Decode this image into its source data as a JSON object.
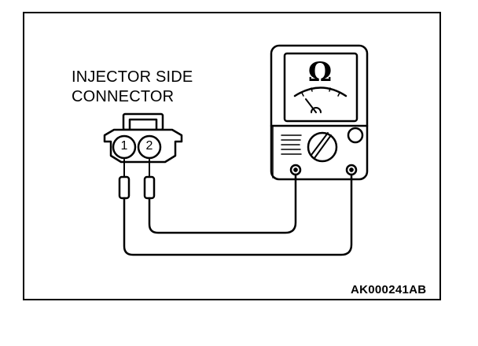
{
  "connector": {
    "title_line1": "INJECTOR SIDE",
    "title_line2": "CONNECTOR",
    "pins": [
      "1",
      "2"
    ]
  },
  "meter": {
    "symbol": "Ω",
    "icon": "ohmmeter-icon"
  },
  "figure_code": "AK000241AB",
  "colors": {
    "line": "#000000",
    "background": "#ffffff"
  }
}
